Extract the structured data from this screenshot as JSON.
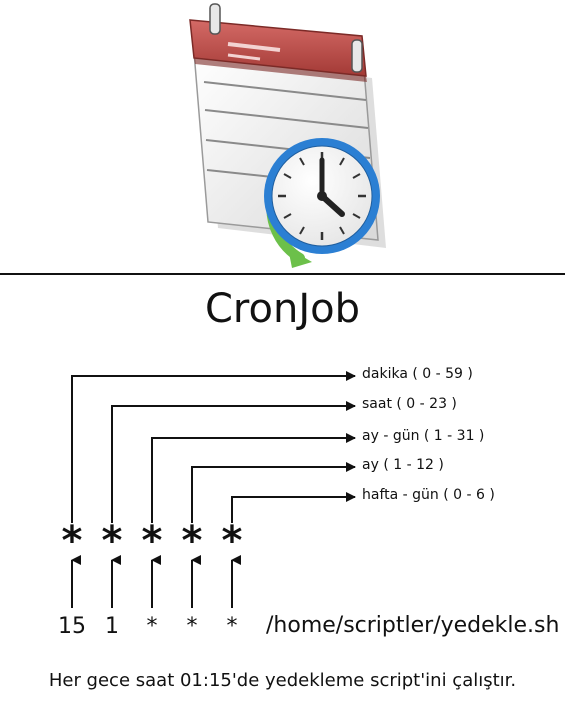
{
  "title": "CronJob",
  "fields": [
    {
      "symbol": "*",
      "label": "dakika ( 0 - 59 )",
      "value": "15"
    },
    {
      "symbol": "*",
      "label": "saat ( 0 - 23 )",
      "value": "1"
    },
    {
      "symbol": "*",
      "label": "ay - gün ( 1 - 31 )",
      "value": "*"
    },
    {
      "symbol": "*",
      "label": "ay ( 1 - 12 )",
      "value": "*"
    },
    {
      "symbol": "*",
      "label": "hafta - gün ( 0 - 6 )",
      "value": "*"
    }
  ],
  "command": "/home/scriptler/yedekle.sh",
  "caption": "Her gece saat 01:15'de yedekleme script'ini çalıştır.",
  "colors": {
    "calendar_header": "#c0504d",
    "calendar_header_dark": "#8e2f2c",
    "clock_ring": "#2b7fd3",
    "refresh_arrow": "#6cc04a",
    "line": "#111111"
  },
  "icon": "calendar-clock-icon"
}
